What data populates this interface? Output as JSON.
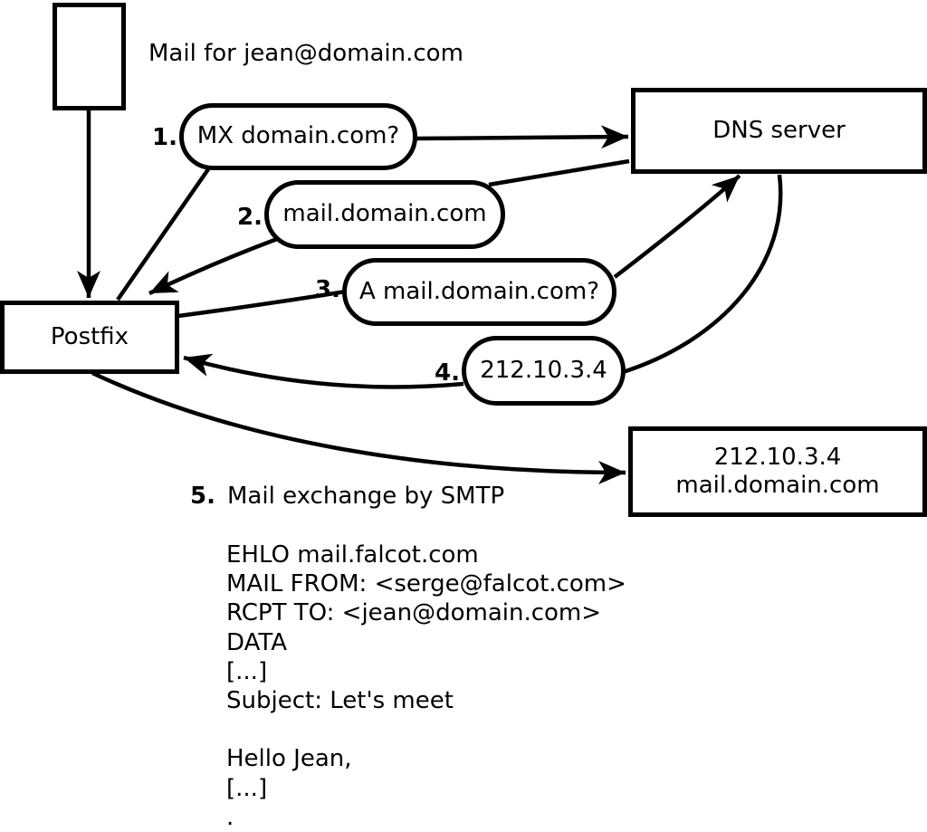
{
  "diagram": {
    "background_color": "#ffffff",
    "stroke_color": "#000000",
    "title": "Mail for jean@domain.com",
    "nodes": {
      "envelope": {
        "name": "mail-envelope"
      },
      "postfix": {
        "label": "Postfix"
      },
      "dns": {
        "label": "DNS server"
      },
      "mailserver": {
        "line1": "212.10.3.4",
        "line2": "mail.domain.com"
      }
    },
    "steps": [
      {
        "num": "1.",
        "label": "MX domain.com?"
      },
      {
        "num": "2.",
        "label": "mail.domain.com"
      },
      {
        "num": "3.",
        "label": "A mail.domain.com?"
      },
      {
        "num": "4.",
        "label": "212.10.3.4"
      },
      {
        "num": "5.",
        "label": "Mail exchange by SMTP"
      }
    ],
    "smtp_session": {
      "lines": [
        "EHLO mail.falcot.com",
        "MAIL FROM: <serge@falcot.com>",
        "RCPT TO: <jean@domain.com>",
        "DATA",
        "[...]",
        "Subject: Let's meet",
        "",
        "Hello Jean,",
        "[...]",
        "."
      ]
    }
  }
}
